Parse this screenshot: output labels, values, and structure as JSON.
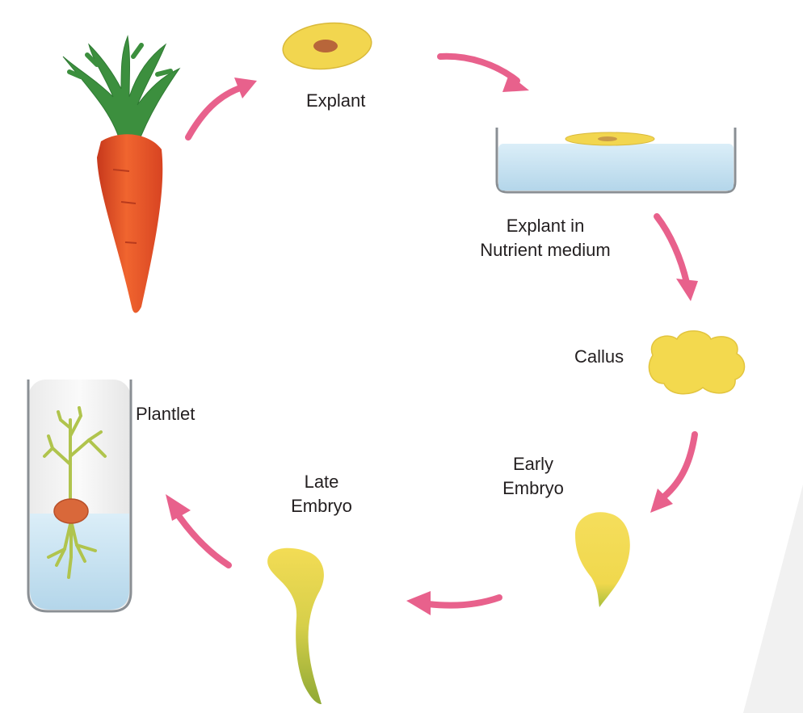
{
  "labels": {
    "explant": "Explant",
    "explant_in_medium_line1": "Explant in",
    "explant_in_medium_line2": "Nutrient medium",
    "callus": "Callus",
    "early_embryo_line1": "Early",
    "early_embryo_line2": "Embryo",
    "late_embryo_line1": "Late",
    "late_embryo_line2": "Embryo",
    "plantlet": "Plantlet"
  },
  "colors": {
    "arrow": "#e8618c",
    "carrot": "#e9502a",
    "carrot_leaves": "#3c8f3e",
    "explant_disc": "#f2d64f",
    "explant_core": "#b8663a",
    "medium": "#c9e3f1",
    "callus": "#f3d94e",
    "embryo": "#f1dc58",
    "late_embryo_stem": "#9fb43a",
    "plantlet_bulb": "#d9683a",
    "plantlet_stem": "#b0c44d"
  }
}
